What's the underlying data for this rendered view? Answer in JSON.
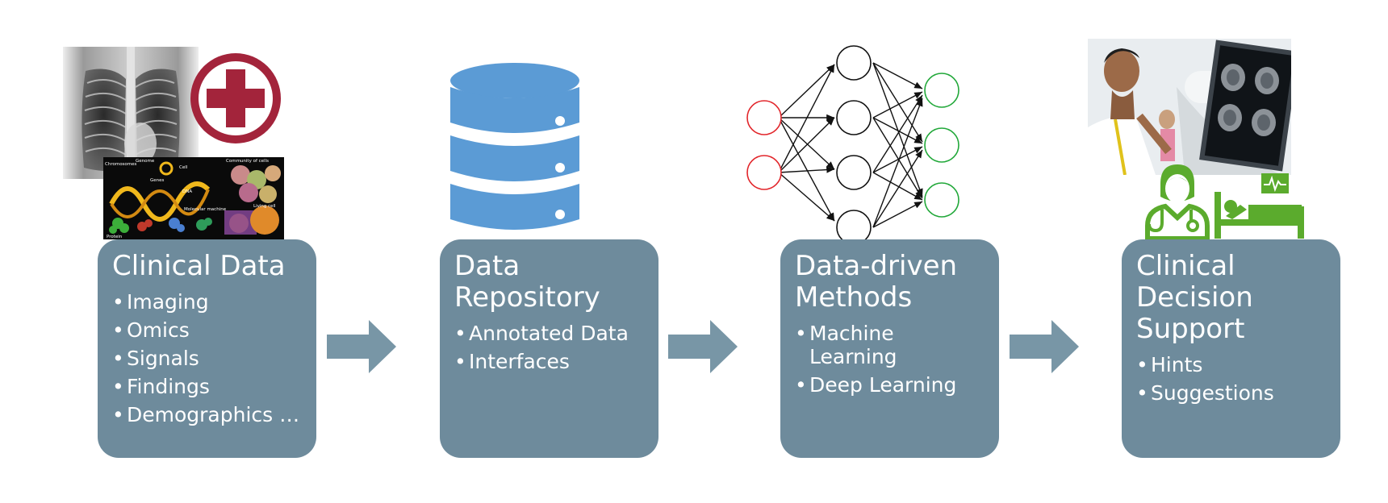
{
  "colors": {
    "box_fill": "#6e8b9c",
    "arrow_fill": "#7896a6",
    "database_blue": "#5b9bd5",
    "plus_red": "#a3243b",
    "input_node": "#e2262b",
    "output_node": "#22a83a",
    "health_green": "#5bab2d"
  },
  "stages": [
    {
      "title": "Clinical Data",
      "items": [
        "Imaging",
        "Omics",
        "Signals",
        "Findings",
        "Demographics …"
      ],
      "icons": [
        "chest-xray-image",
        "medical-cross-icon",
        "omics-collage-image"
      ]
    },
    {
      "title": "Data Repository",
      "items": [
        "Annotated Data",
        "Interfaces"
      ],
      "icons": [
        "database-icon"
      ]
    },
    {
      "title": "Data-driven Methods",
      "items": [
        "Machine Learning",
        "Deep Learning"
      ],
      "icons": [
        "neural-network-icon"
      ]
    },
    {
      "title": "Clinical Decision Support",
      "items": [
        "Hints",
        "Suggestions"
      ],
      "icons": [
        "doctor-brain-scan-photo",
        "doctor-icon",
        "patient-bed-icon",
        "vital-signs-icon"
      ]
    }
  ],
  "omics_labels": [
    "Chromosomes",
    "Genome",
    "Cell",
    "Genes",
    "DNA",
    "Community of cells",
    "Living cell",
    "Molecular machine",
    "Protein"
  ]
}
